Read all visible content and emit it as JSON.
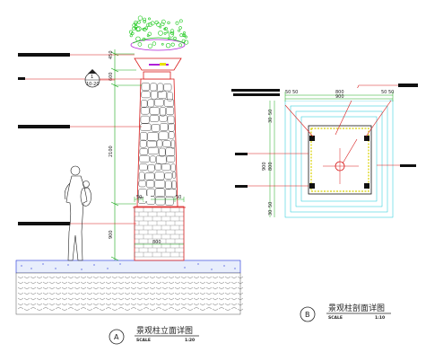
{
  "elevation": {
    "title": "景观柱立面详图",
    "scale_label": "SCALE",
    "scale_value": "1:20",
    "callout_letter": "A",
    "section_marker_top": "1",
    "section_marker_bottom": "10-20",
    "dims_vertical": [
      "450",
      "600",
      "2100",
      "900"
    ],
    "dims_horizontal": [
      "50",
      "50",
      "800"
    ]
  },
  "section": {
    "title": "景观柱剖面详图",
    "scale_label": "SCALE",
    "scale_value": "1:10",
    "callout_letter": "B",
    "dims_top": [
      "50",
      "50",
      "800",
      "900",
      "50",
      "50"
    ],
    "dims_left_top": [
      "30",
      "50"
    ],
    "dims_left_mid": [
      "800",
      "900"
    ],
    "dims_left_bottom": [
      "30",
      "50"
    ]
  }
}
